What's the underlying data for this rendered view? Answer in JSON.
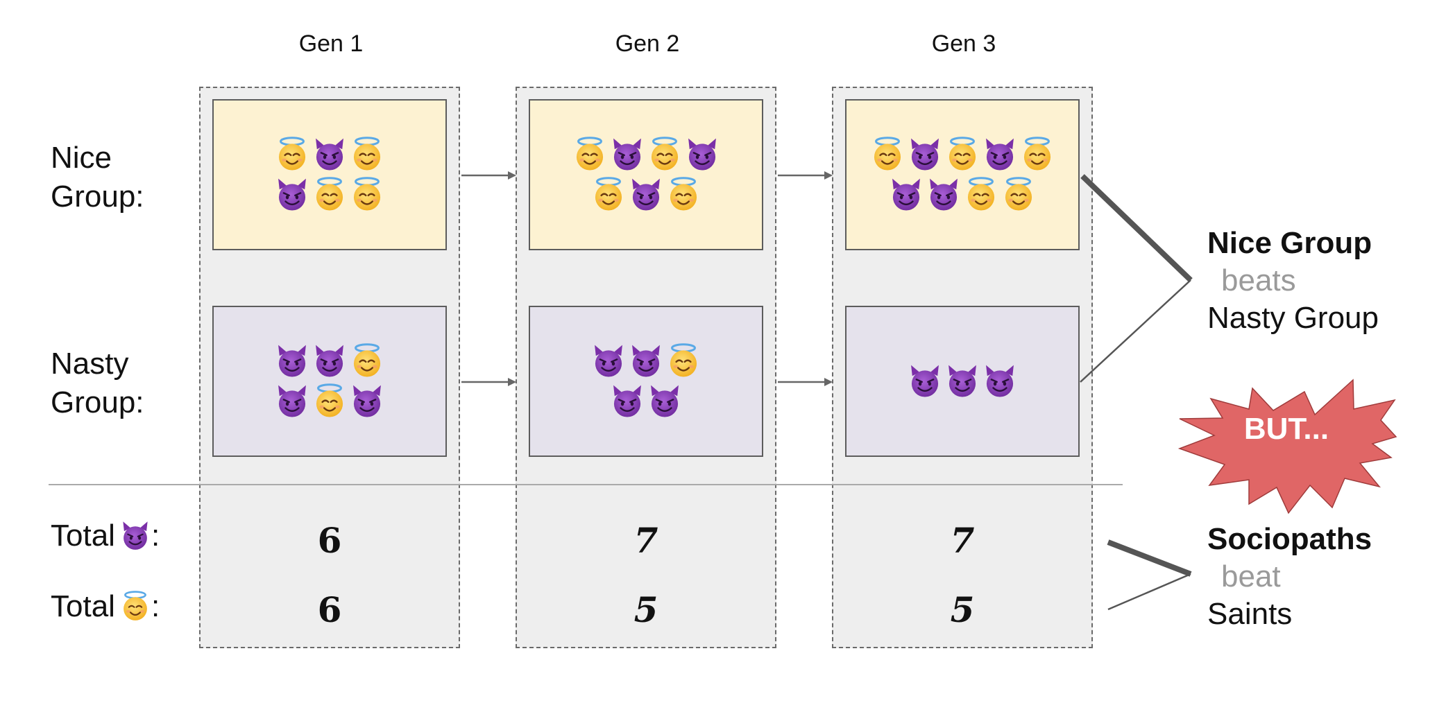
{
  "columns": [
    {
      "label": "Gen 1",
      "nice_rows": [
        [
          "angel",
          "devil",
          "angel"
        ],
        [
          "devil",
          "angel",
          "angel"
        ]
      ],
      "nasty_rows": [
        [
          "devil",
          "devil",
          "angel"
        ],
        [
          "devil",
          "angel",
          "devil"
        ]
      ],
      "total_devils": "6",
      "total_angels": "6"
    },
    {
      "label": "Gen 2",
      "nice_rows": [
        [
          "angel",
          "devil",
          "angel",
          "devil"
        ],
        [
          "angel",
          "devil",
          "angel"
        ]
      ],
      "nasty_rows": [
        [
          "devil",
          "devil",
          "angel"
        ],
        [
          "devil",
          "devil"
        ]
      ],
      "total_devils": "7",
      "total_angels": "5"
    },
    {
      "label": "Gen 3",
      "nice_rows": [
        [
          "angel",
          "devil",
          "angel",
          "devil",
          "angel"
        ],
        [
          "devil",
          "devil",
          "angel",
          "angel"
        ]
      ],
      "nasty_rows": [
        [
          "devil",
          "devil",
          "devil"
        ]
      ],
      "total_devils": "7",
      "total_angels": "5"
    }
  ],
  "rows": {
    "nice_label": [
      "Nice",
      "Group:"
    ],
    "nasty_label": [
      "Nasty",
      "Group:"
    ],
    "total_devils_prefix": "Total",
    "total_angels_prefix": "Total",
    "total_suffix": ":"
  },
  "verdict_group": {
    "winner": "Nice Group",
    "verb": "beats",
    "loser": "Nasty Group"
  },
  "burst": {
    "text": "BUT..."
  },
  "verdict_individual": {
    "winner": "Sociopaths",
    "verb": "beat",
    "loser": "Saints"
  },
  "icons": {
    "angel": "smiling-face-with-halo-icon",
    "devil": "smiling-face-with-horns-icon"
  },
  "colors": {
    "nice_box": "#fdf2d2",
    "nasty_box": "#e5e2ec",
    "column_bg": "#eeeeee",
    "burst": "#e06666",
    "devil": "#8f3fbd",
    "angel": "#f6c12e"
  }
}
